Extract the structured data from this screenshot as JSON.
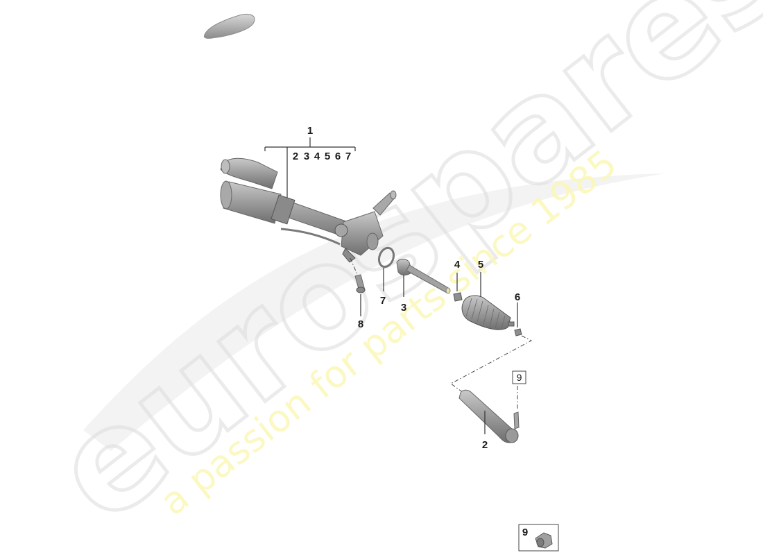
{
  "diagram": {
    "type": "exploded parts diagram",
    "subject": "steering rack assembly with tie rods",
    "colors": {
      "background": "#ffffff",
      "part_fill": "#9a9a9a",
      "part_dark": "#6e6e6e",
      "label": "#1a1a1a",
      "watermark_logo": "#dcdcdc",
      "watermark_tagline": "#fbf7b8"
    }
  },
  "watermark": {
    "logo": "eurospares",
    "tagline": "a passion for parts since 1985"
  },
  "thumbnail": {
    "name": "vehicle-thumbnail",
    "description": "car silhouette"
  },
  "callouts": {
    "main": {
      "number": "1",
      "sub_numbers": [
        "2",
        "3",
        "4",
        "5",
        "6",
        "7"
      ]
    },
    "items": [
      {
        "number": "2",
        "part": "outer tie rod end"
      },
      {
        "number": "3",
        "part": "inner tie rod"
      },
      {
        "number": "4",
        "part": "nut"
      },
      {
        "number": "5",
        "part": "boot / bellows"
      },
      {
        "number": "6",
        "part": "nut"
      },
      {
        "number": "7",
        "part": "o-ring"
      },
      {
        "number": "8",
        "part": "bolt"
      }
    ],
    "boxed_reference": "9",
    "inset": {
      "number": "9",
      "part": "self-locking nut"
    }
  }
}
